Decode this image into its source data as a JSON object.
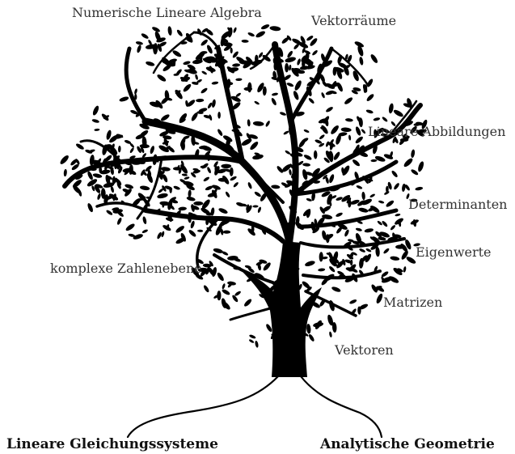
{
  "topics": {
    "numerische_lineare_algebra": "Numerische Lineare Algebra",
    "vektorraeume": "Vektorräume",
    "lineare_abbildungen": "Lineare Abbildungen",
    "determinanten": "Determinanten",
    "eigenwerte": "Eigenwerte",
    "matrizen": "Matrizen",
    "vektoren": "Vektoren",
    "komplexe_zahlenebene": "komplexe Zahlenebene"
  },
  "roots": {
    "lineare_gleichungssysteme": "Lineare Gleichungssysteme",
    "analytische_geometrie": "Analytische Geometrie"
  },
  "colors": {
    "tree": "#000000",
    "label_text": "#333333",
    "root_text": "#111111",
    "background": "#ffffff"
  }
}
